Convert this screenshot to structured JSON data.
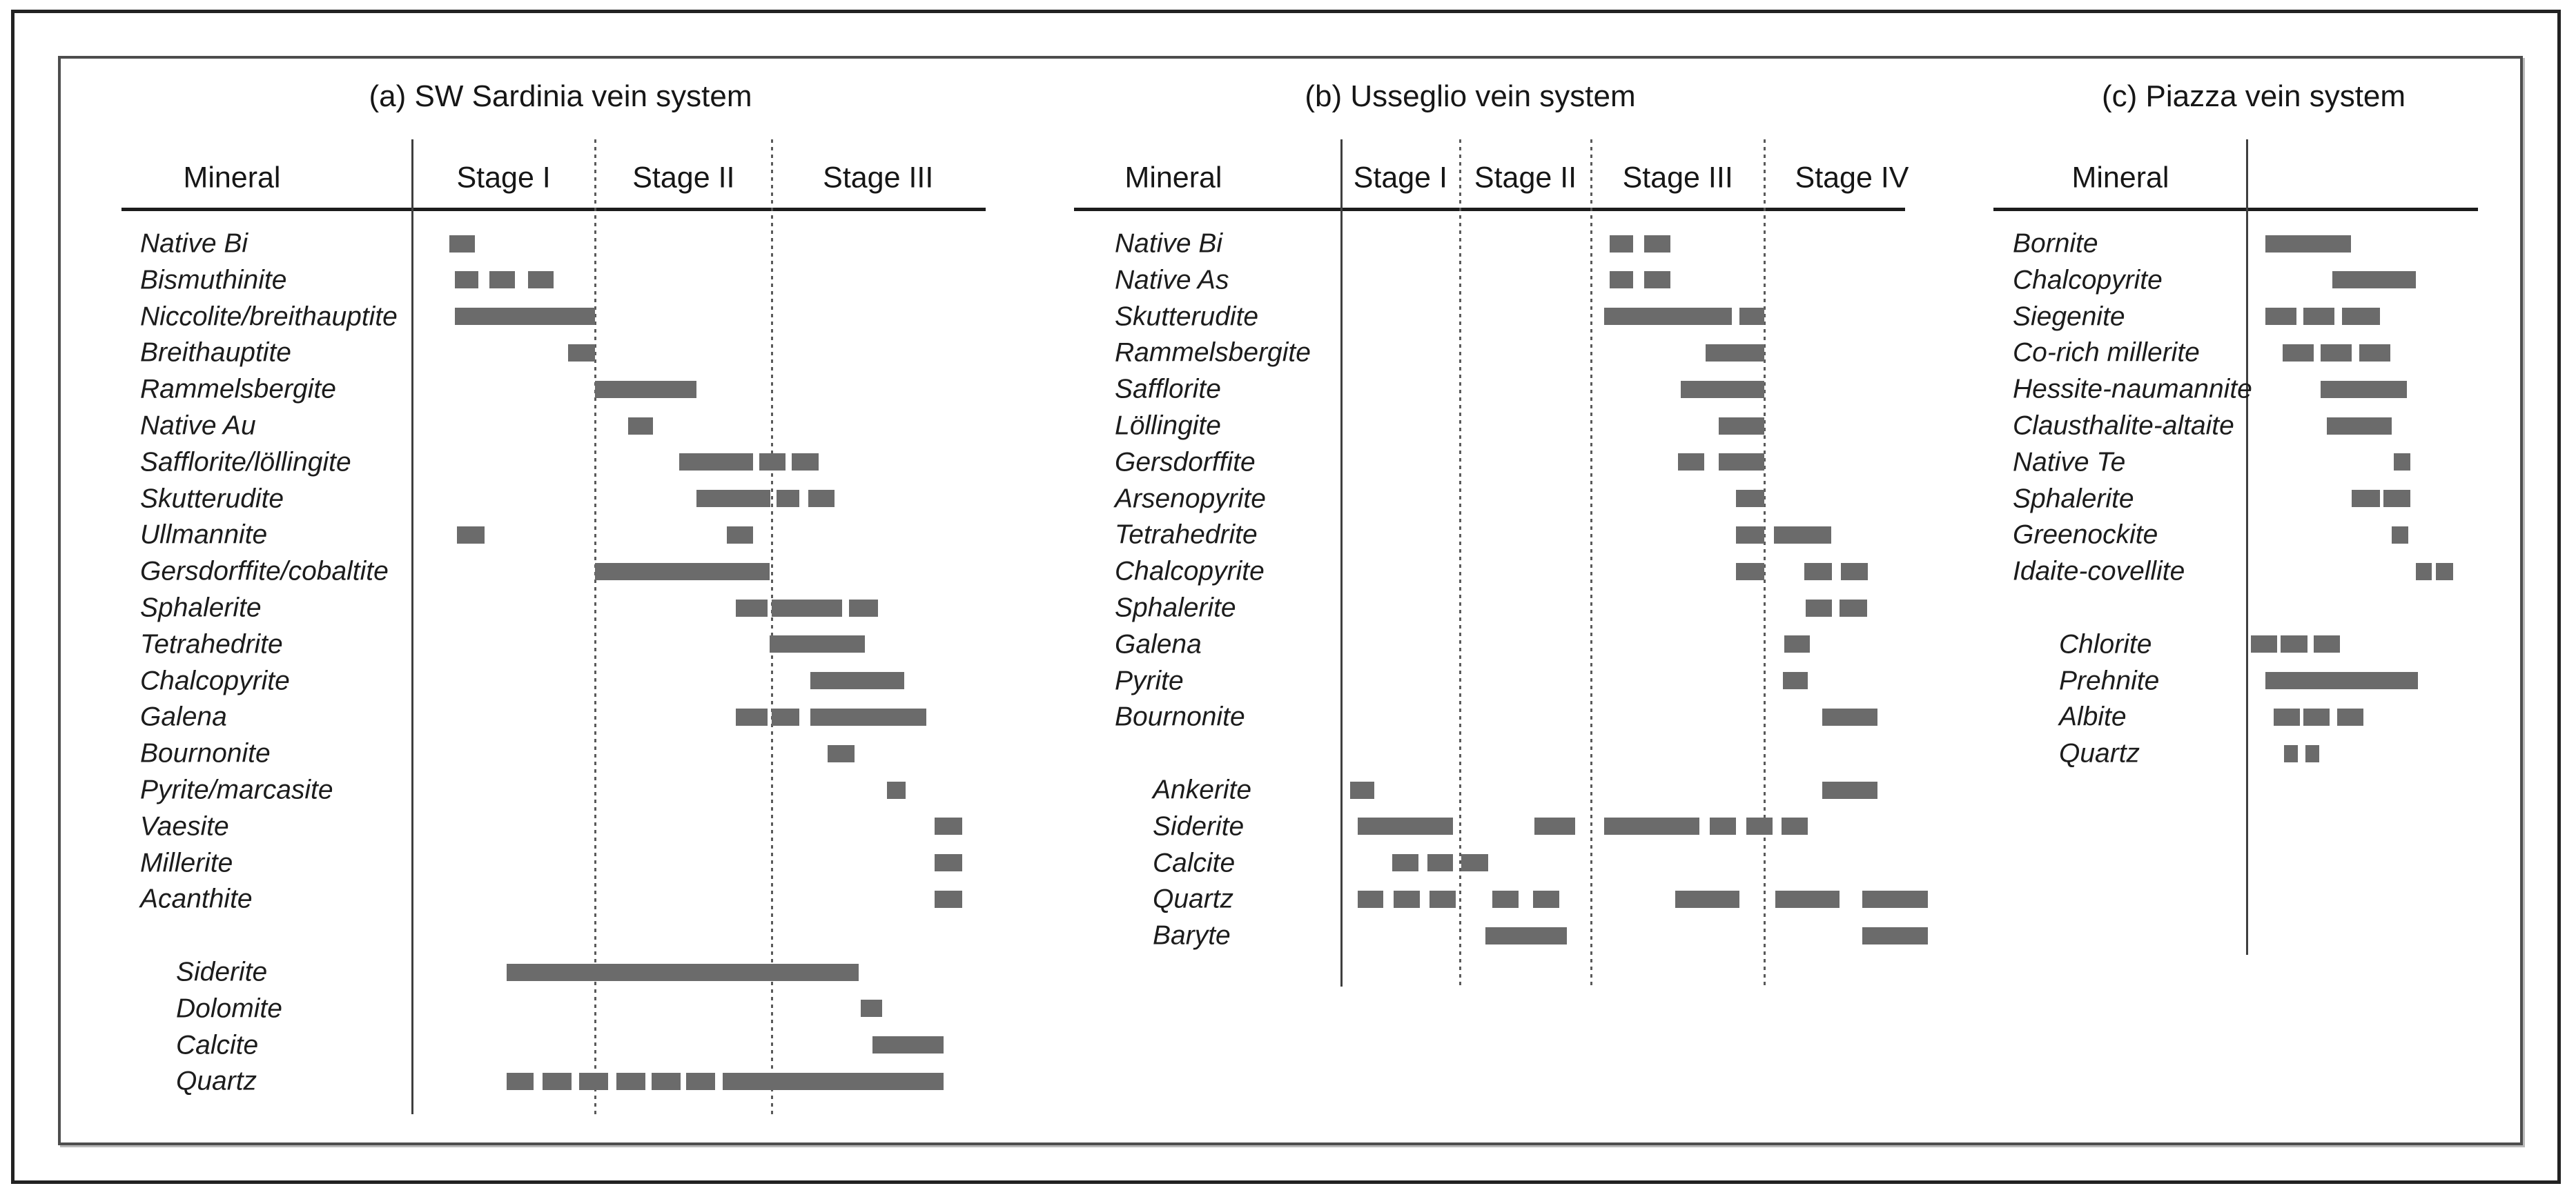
{
  "figure": {
    "description": "Paragenetic sequence diagrams for three vein systems; grey bars show the time span of each mineral across hydrothermal stages.",
    "colors": {
      "bar": "#6b6b6b",
      "rule": "#1c1c1c",
      "solid_line": "#3f3f3f",
      "dotted_line": "#5a5a5a",
      "border_outer": "#222222",
      "border_inner": "#4d4d4d",
      "text": "#1c1c1c"
    }
  },
  "chart_data": [
    {
      "type": "bar",
      "panel": "a",
      "title": "(a)  SW Sardinia vein system",
      "mineral_header": "Mineral",
      "stages": [
        "Stage I",
        "Stage II",
        "Stage III"
      ],
      "stage_boundaries_pct": [
        0,
        32,
        62.9,
        100
      ],
      "grid": "dotted vertical lines at stage boundaries",
      "x_axis_note": "bar positions in percent of full stage axis (0 = start Stage I, 100 = end Stage III)",
      "groups": [
        {
          "name": "ore-minerals",
          "rows": [
            {
              "mineral": "Native Bi",
              "segments": [
                [
                  6.5,
                  11.0
                ]
              ]
            },
            {
              "mineral": "Bismuthinite",
              "segments": [
                [
                  7.5,
                  11.6
                ],
                [
                  13.5,
                  18.0
                ],
                [
                  20.3,
                  24.7
                ]
              ]
            },
            {
              "mineral": "Niccolite/breithauptite",
              "segments": [
                [
                  7.5,
                  32.0
                ]
              ]
            },
            {
              "mineral": "Breithauptite",
              "segments": [
                [
                  27.3,
                  32.0
                ]
              ]
            },
            {
              "mineral": "Rammelsbergite",
              "segments": [
                [
                  32.0,
                  49.7
                ]
              ]
            },
            {
              "mineral": "Native Au",
              "segments": [
                [
                  37.8,
                  42.1
                ]
              ]
            },
            {
              "mineral": "Safflorite/löllingite",
              "segments": [
                [
                  46.7,
                  59.6
                ],
                [
                  60.7,
                  65.3
                ],
                [
                  66.3,
                  71.0
                ]
              ]
            },
            {
              "mineral": "Skutterudite",
              "segments": [
                [
                  49.7,
                  62.6
                ],
                [
                  63.7,
                  67.7
                ],
                [
                  69.2,
                  73.8
                ]
              ]
            },
            {
              "mineral": "Ullmannite",
              "segments": [
                [
                  7.8,
                  12.7
                ],
                [
                  55.0,
                  59.6
                ]
              ]
            },
            {
              "mineral": "Gersdorffite/cobaltite",
              "segments": [
                [
                  32.0,
                  62.5
                ]
              ]
            },
            {
              "mineral": "Sphalerite",
              "segments": [
                [
                  56.6,
                  62.1
                ],
                [
                  62.9,
                  75.2
                ],
                [
                  76.4,
                  81.4
                ]
              ]
            },
            {
              "mineral": "Tetrahedrite",
              "segments": [
                [
                  62.5,
                  79.1
                ]
              ]
            },
            {
              "mineral": "Chalcopyrite",
              "segments": [
                [
                  69.6,
                  86.0
                ]
              ]
            },
            {
              "mineral": "Galena",
              "segments": [
                [
                  56.6,
                  62.1
                ],
                [
                  62.9,
                  67.7
                ],
                [
                  69.6,
                  89.9
                ]
              ]
            },
            {
              "mineral": "Bournonite",
              "segments": [
                [
                  72.6,
                  77.3
                ]
              ]
            },
            {
              "mineral": "Pyrite/marcasite",
              "segments": [
                [
                  83.0,
                  86.2
                ]
              ]
            },
            {
              "mineral": "Vaesite",
              "segments": [
                [
                  91.3,
                  96.1
                ]
              ]
            },
            {
              "mineral": "Millerite",
              "segments": [
                [
                  91.3,
                  96.1
                ]
              ]
            },
            {
              "mineral": "Acanthite",
              "segments": [
                [
                  91.3,
                  96.1
                ]
              ]
            }
          ]
        },
        {
          "name": "gangue-minerals",
          "rows": [
            {
              "mineral": "Siderite",
              "segments": [
                [
                  16.5,
                  78.0
                ]
              ]
            },
            {
              "mineral": "Dolomite",
              "segments": [
                [
                  78.4,
                  82.1
                ]
              ]
            },
            {
              "mineral": "Calcite",
              "segments": [
                [
                  80.5,
                  92.9
                ]
              ]
            },
            {
              "mineral": "Quartz",
              "segments": [
                [
                  16.5,
                  21.2
                ],
                [
                  22.8,
                  27.9
                ],
                [
                  29.2,
                  34.3
                ],
                [
                  35.7,
                  40.8
                ],
                [
                  41.9,
                  46.9
                ],
                [
                  47.9,
                  53.0
                ],
                [
                  54.3,
                  92.9
                ]
              ]
            }
          ]
        }
      ]
    },
    {
      "type": "bar",
      "panel": "b",
      "title": "(b)  Usseglio vein system",
      "mineral_header": "Mineral",
      "stages": [
        "Stage I",
        "Stage II",
        "Stage III",
        "Stage IV"
      ],
      "stage_boundaries_pct": [
        0,
        19.8,
        41.8,
        70.7,
        100
      ],
      "grid": "dotted vertical lines at stage boundaries",
      "x_axis_note": "bar positions in percent of full stage axis (0 = start Stage I, 100 = end Stage IV)",
      "groups": [
        {
          "name": "ore-minerals",
          "rows": [
            {
              "mineral": "Native Bi",
              "segments": [
                [
                  44.9,
                  48.8
                ],
                [
                  50.6,
                  55.0
                ]
              ]
            },
            {
              "mineral": "Native As",
              "segments": [
                [
                  44.9,
                  48.8
                ],
                [
                  50.6,
                  55.0
                ]
              ]
            },
            {
              "mineral": "Skutterudite",
              "segments": [
                [
                  43.9,
                  65.3
                ],
                [
                  66.6,
                  70.7
                ]
              ]
            },
            {
              "mineral": "Rammelsbergite",
              "segments": [
                [
                  60.9,
                  70.7
                ]
              ]
            },
            {
              "mineral": "Safflorite",
              "segments": [
                [
                  56.7,
                  70.7
                ]
              ]
            },
            {
              "mineral": "Löllingite",
              "segments": [
                [
                  63.1,
                  70.7
                ]
              ]
            },
            {
              "mineral": "Gersdorffite",
              "segments": [
                [
                  56.3,
                  60.7
                ],
                [
                  63.1,
                  70.7
                ]
              ]
            },
            {
              "mineral": "Arsenopyrite",
              "segments": [
                [
                  66.0,
                  70.7
                ]
              ]
            },
            {
              "mineral": "Tetrahedrite",
              "segments": [
                [
                  66.0,
                  70.7
                ],
                [
                  72.3,
                  81.9
                ]
              ]
            },
            {
              "mineral": "Chalcopyrite",
              "segments": [
                [
                  66.0,
                  70.7
                ],
                [
                  77.4,
                  82.0
                ],
                [
                  83.5,
                  88.0
                ]
              ]
            },
            {
              "mineral": "Sphalerite",
              "segments": [
                [
                  77.6,
                  82.0
                ],
                [
                  83.3,
                  87.9
                ]
              ]
            },
            {
              "mineral": "Galena",
              "segments": [
                [
                  74.0,
                  78.3
                ]
              ]
            },
            {
              "mineral": "Pyrite",
              "segments": [
                [
                  73.8,
                  78.0
                ]
              ]
            },
            {
              "mineral": "Bournonite",
              "segments": [
                [
                  80.4,
                  89.6
                ]
              ]
            }
          ]
        },
        {
          "name": "gangue-minerals",
          "rows": [
            {
              "mineral": "Ankerite",
              "segments": [
                [
                  1.5,
                  5.5
                ],
                [
                  80.4,
                  89.6
                ]
              ]
            },
            {
              "mineral": "Siderite",
              "segments": [
                [
                  2.8,
                  18.7
                ],
                [
                  32.3,
                  39.1
                ],
                [
                  43.9,
                  59.9
                ],
                [
                  61.6,
                  66.0
                ],
                [
                  67.7,
                  72.1
                ],
                [
                  73.6,
                  78.0
                ]
              ]
            },
            {
              "mineral": "Calcite",
              "segments": [
                [
                  8.5,
                  12.9
                ],
                [
                  14.4,
                  18.7
                ],
                [
                  20.1,
                  24.6
                ]
              ]
            },
            {
              "mineral": "Quartz",
              "segments": [
                [
                  2.8,
                  7.0
                ],
                [
                  8.8,
                  13.1
                ],
                [
                  14.8,
                  19.1
                ],
                [
                  25.3,
                  29.6
                ],
                [
                  32.1,
                  36.4
                ],
                [
                  55.8,
                  66.6
                ],
                [
                  72.6,
                  83.3
                ],
                [
                  87.1,
                  98.0
                ]
              ]
            },
            {
              "mineral": "Baryte",
              "segments": [
                [
                  24.1,
                  37.7
                ],
                [
                  87.1,
                  98.0
                ]
              ]
            }
          ]
        }
      ]
    },
    {
      "type": "bar",
      "panel": "c",
      "title": "(c)  Piazza vein system",
      "mineral_header": "Mineral",
      "stages": [],
      "stage_boundaries_pct": [
        0,
        100
      ],
      "grid": "no stage subdivisions",
      "x_axis_note": "bar positions in percent of the paragenetic axis",
      "groups": [
        {
          "name": "ore-minerals",
          "rows": [
            {
              "mineral": "Bornite",
              "segments": [
                [
                  8.1,
                  45.1
                ]
              ]
            },
            {
              "mineral": "Chalcopyrite",
              "segments": [
                [
                  37.0,
                  73.1
                ]
              ]
            },
            {
              "mineral": "Siegenite",
              "segments": [
                [
                  8.1,
                  21.5
                ],
                [
                  24.5,
                  37.9
                ],
                [
                  41.2,
                  57.6
                ]
              ]
            },
            {
              "mineral": "Co-rich millerite",
              "segments": [
                [
                  15.5,
                  29.0
                ],
                [
                  31.9,
                  45.4
                ],
                [
                  48.7,
                  62.1
                ]
              ]
            },
            {
              "mineral": "Hessite-naumannite",
              "segments": [
                [
                  31.9,
                  69.3
                ]
              ]
            },
            {
              "mineral": "Clausthalite-altaite",
              "segments": [
                [
                  34.6,
                  62.7
                ]
              ]
            },
            {
              "mineral": "Native Te",
              "segments": [
                [
                  63.6,
                  70.7
                ]
              ]
            },
            {
              "mineral": "Sphalerite",
              "segments": [
                [
                  45.4,
                  57.6
                ],
                [
                  59.1,
                  70.7
                ]
              ]
            },
            {
              "mineral": "Greenockite",
              "segments": [
                [
                  62.7,
                  69.9
                ]
              ]
            },
            {
              "mineral": "Idaite-covellite",
              "segments": [
                [
                  73.1,
                  80.0
                ],
                [
                  81.8,
                  89.3
                ]
              ]
            }
          ]
        },
        {
          "name": "gangue-minerals",
          "rows": [
            {
              "mineral": "Chlorite",
              "segments": [
                [
                  1.8,
                  13.1
                ],
                [
                  14.6,
                  26.3
                ],
                [
                  29.0,
                  40.3
                ]
              ]
            },
            {
              "mineral": "Prehnite",
              "segments": [
                [
                  8.1,
                  74.0
                ]
              ]
            },
            {
              "mineral": "Albite",
              "segments": [
                [
                  11.6,
                  23.0
                ],
                [
                  24.5,
                  35.8
                ],
                [
                  39.1,
                  50.4
                ]
              ]
            },
            {
              "mineral": "Quartz",
              "segments": [
                [
                  16.1,
                  22.1
                ],
                [
                  25.4,
                  31.3
                ]
              ]
            }
          ]
        }
      ]
    }
  ]
}
